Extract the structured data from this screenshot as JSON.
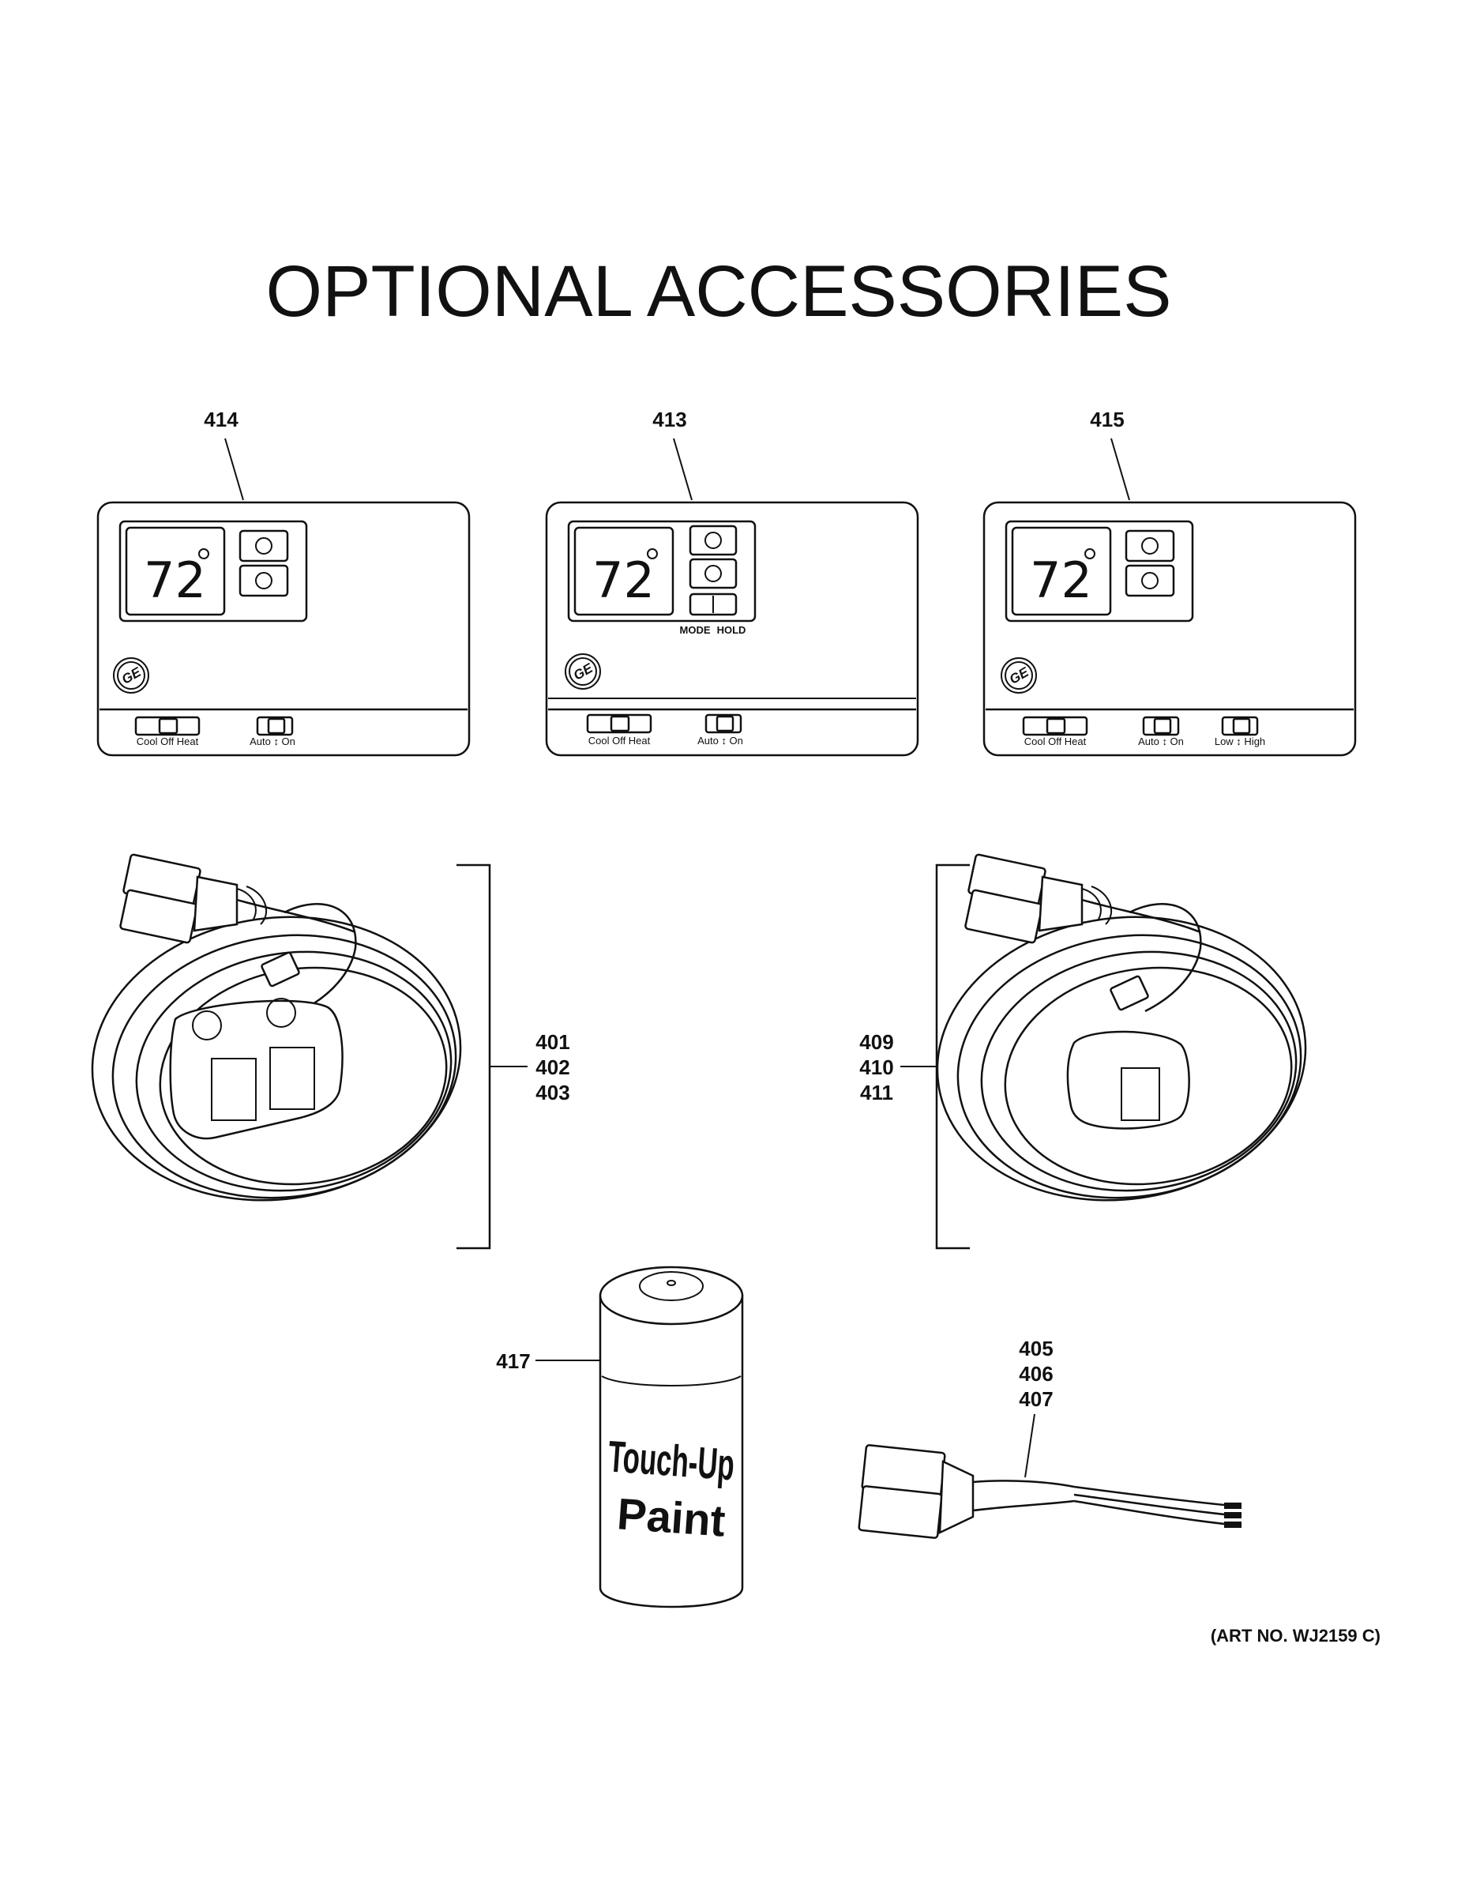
{
  "title": "OPTIONAL ACCESSORIES",
  "art_number": "(ART NO. WJ2159 C)",
  "thermostats": [
    {
      "callout": "414",
      "display_value": "72",
      "logo": "GE",
      "switch_labels": [
        "Cool Off Heat",
        "Auto ↕ On"
      ],
      "button_labels": []
    },
    {
      "callout": "413",
      "display_value": "72",
      "logo": "GE",
      "switch_labels": [
        "Cool  Off  Heat",
        "Auto ↕ On"
      ],
      "button_labels": [
        "MODE",
        "HOLD"
      ]
    },
    {
      "callout": "415",
      "display_value": "72",
      "logo": "GE",
      "switch_labels": [
        "Cool Off Heat",
        "Auto ↕ On",
        "Low ↕ High"
      ],
      "button_labels": []
    }
  ],
  "remote_cords": [
    {
      "callouts": [
        "401",
        "402",
        "403"
      ],
      "buttons": 2
    },
    {
      "callouts": [
        "409",
        "410",
        "411"
      ],
      "buttons": 1
    }
  ],
  "paint_can": {
    "callout": "417",
    "label_line1": "Touch-Up",
    "label_line2": "Paint"
  },
  "harness": {
    "callouts": [
      "405",
      "406",
      "407"
    ]
  }
}
